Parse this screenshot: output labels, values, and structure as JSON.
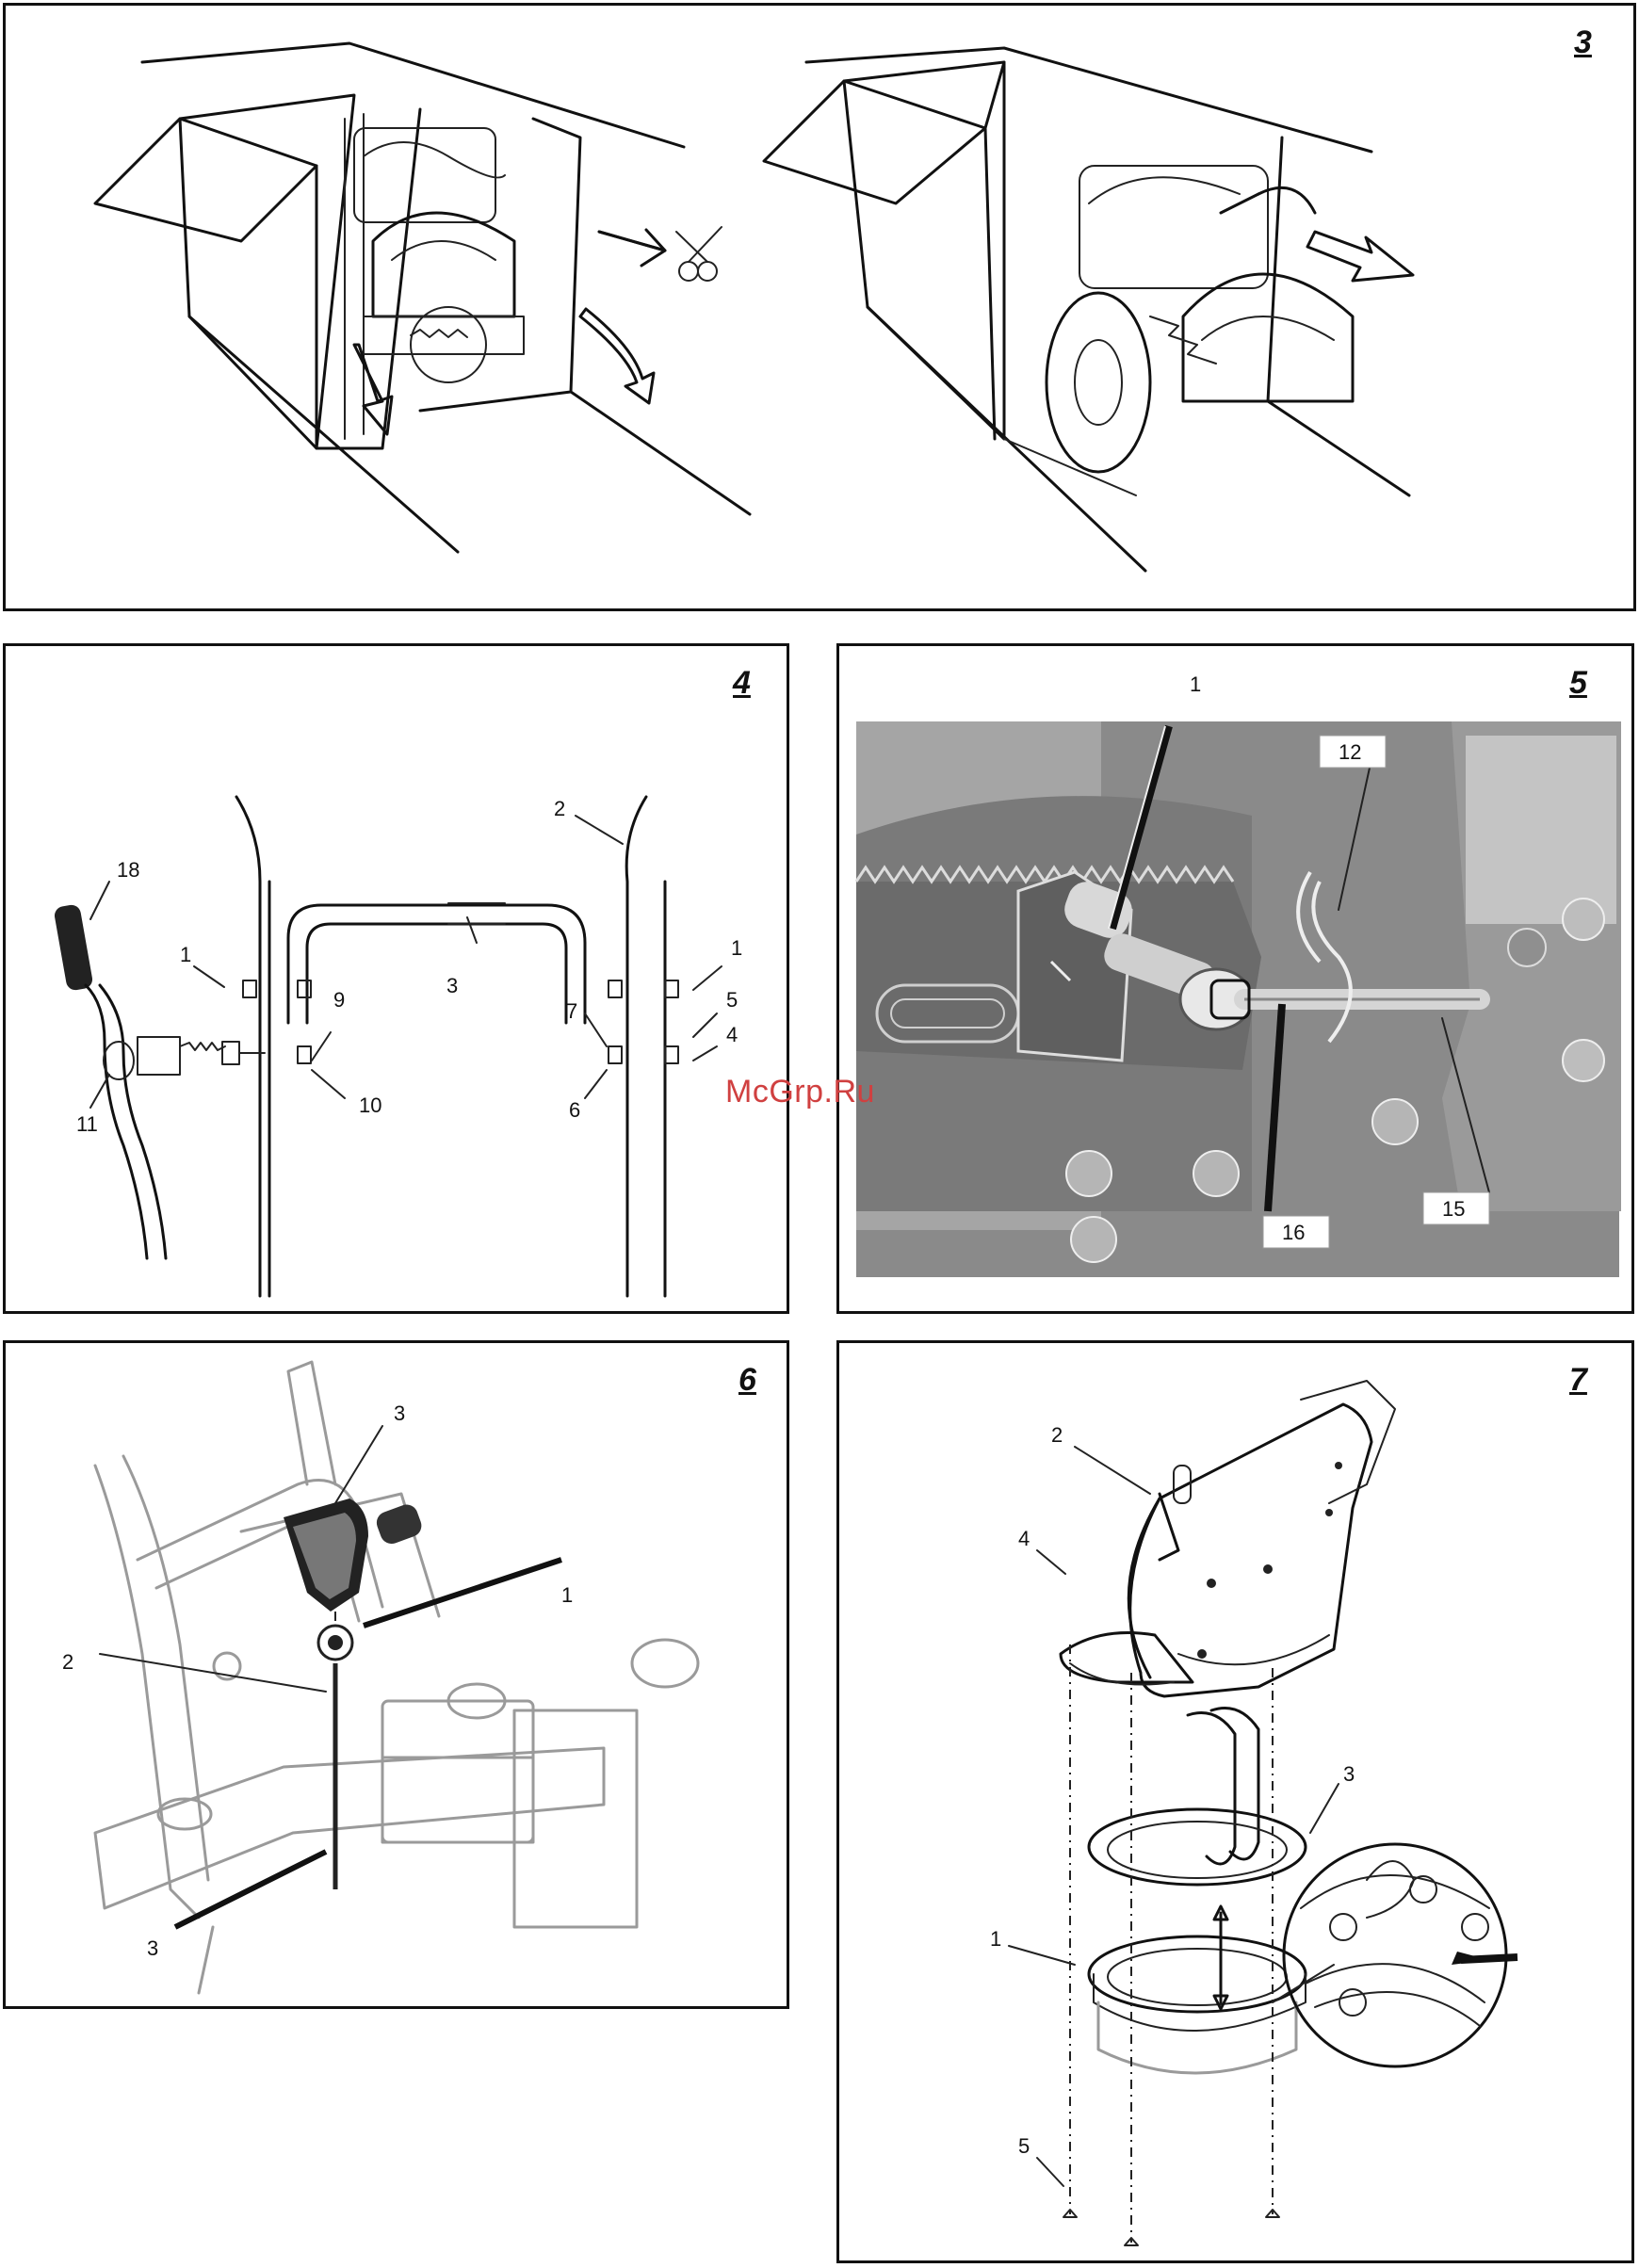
{
  "watermark": "McGrp.Ru",
  "figures": [
    {
      "number": "3",
      "callouts": []
    },
    {
      "number": "4",
      "callouts": [
        "18",
        "1",
        "9",
        "3",
        "2",
        "1",
        "5",
        "4",
        "7",
        "6",
        "10",
        "11"
      ]
    },
    {
      "number": "5",
      "callouts": [
        "1",
        "12",
        "16",
        "15"
      ]
    },
    {
      "number": "6",
      "callouts": [
        "3",
        "1",
        "2",
        "3"
      ]
    },
    {
      "number": "7",
      "callouts": [
        "2",
        "4",
        "3",
        "1",
        "5"
      ]
    }
  ]
}
